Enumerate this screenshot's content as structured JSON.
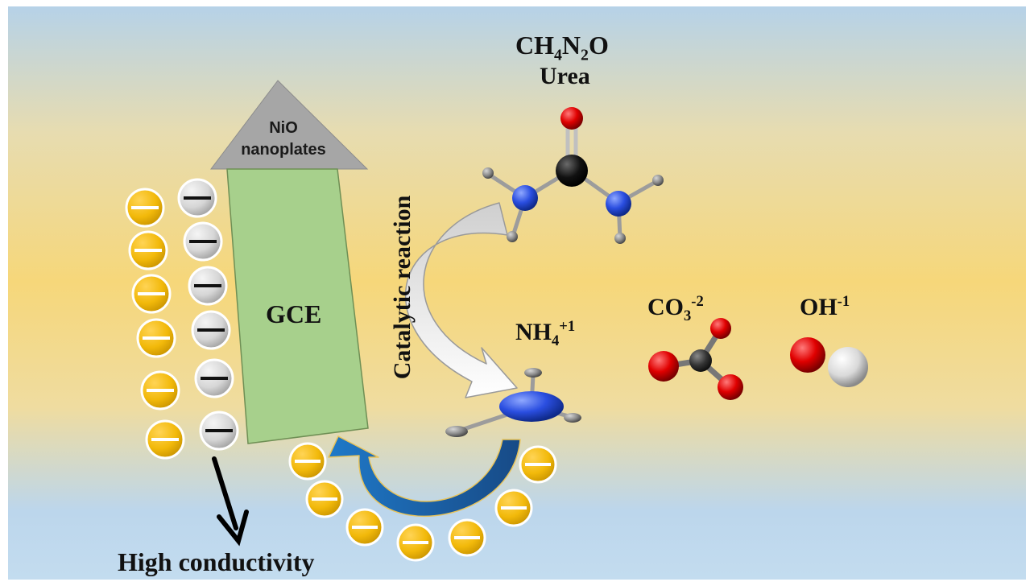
{
  "molecule": {
    "formula": {
      "base1": "CH",
      "sub1": "4",
      "base2": "N",
      "sub2": "2",
      "base3": "O"
    },
    "name": "Urea"
  },
  "electrode": {
    "tip_line1": "NiO",
    "tip_line2": "nanoplates",
    "body": "GCE"
  },
  "reaction_label": "Catalytic reaction",
  "ammonium": {
    "base": "NH",
    "sub": "4",
    "sup": "+1"
  },
  "carbonate": {
    "base": "CO",
    "sub": "3",
    "sup": "-2"
  },
  "hydroxide": {
    "base": "OH",
    "sup": "-1"
  },
  "conductivity_label": "High conductivity",
  "colors": {
    "electrode_fill": "#a7d08c",
    "tip_fill": "#a6a6a6",
    "yellow_ion": "#f2b90a",
    "grey_ion": "#d6d6d6",
    "oxygen_atom": "#e00000",
    "carbon_atom": "#111111",
    "nitrogen_atom": "#2a4ee0",
    "hydrogen_atom": "#8a8a8a",
    "recycle_arrow": "#1f5fa0"
  }
}
